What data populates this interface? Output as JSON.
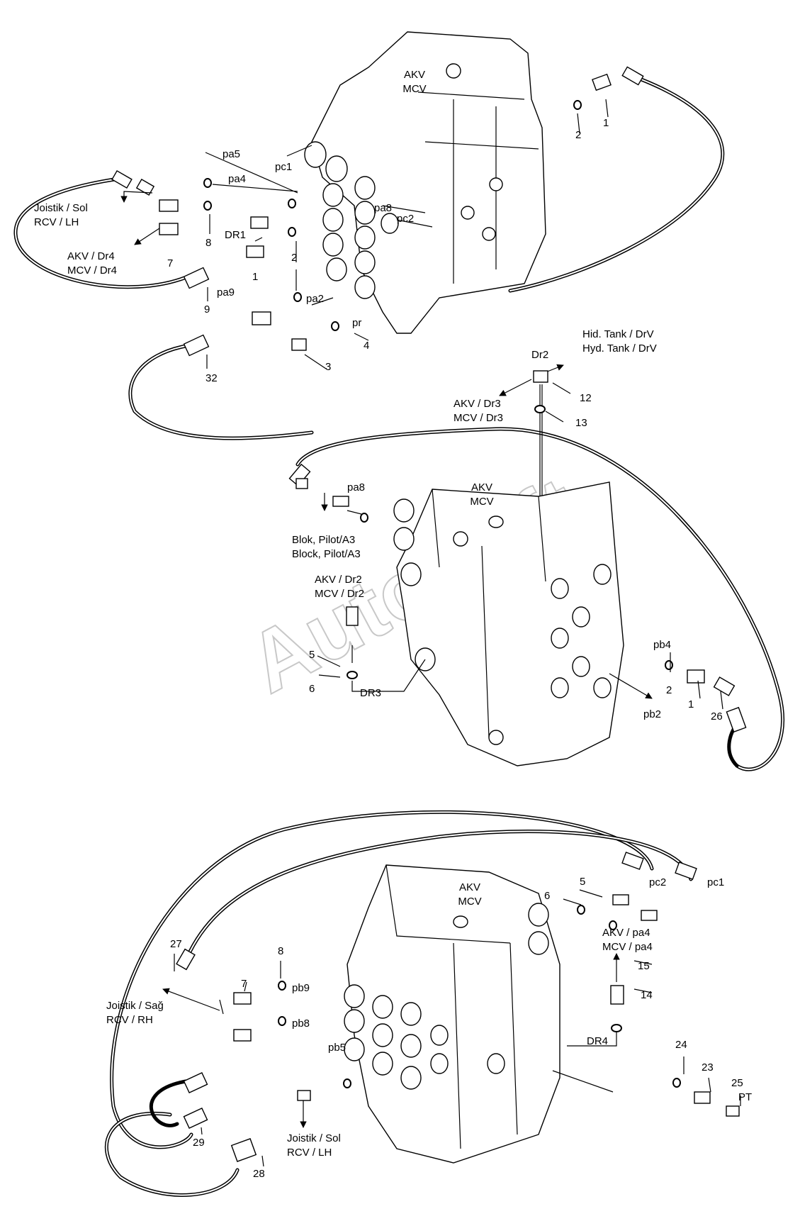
{
  "watermark": "AutoSoft",
  "top_valve": {
    "title": "AKV",
    "subtitle": "MCV",
    "callouts": [
      "1",
      "2",
      "pa5",
      "pc1",
      "pa4",
      "pa8",
      "pc2",
      "DR1",
      "8",
      "7",
      "2",
      "1",
      "9",
      "pa9",
      "pa2",
      "pr",
      "4",
      "3",
      "32"
    ],
    "note_joystick_left": [
      "Joistik  / Sol",
      "RCV / LH"
    ],
    "note_dr4": [
      "AKV / Dr4",
      "MCV / Dr4"
    ]
  },
  "middle_valve": {
    "title": "AKV",
    "subtitle": "MCV",
    "callouts": [
      "Dr2",
      "12",
      "13",
      "pa8",
      "5",
      "6",
      "DR3",
      "pb4",
      "2",
      "1",
      "26",
      "pb2"
    ],
    "note_tank": [
      "Hid. Tank / DrV",
      "Hyd. Tank / DrV"
    ],
    "note_dr3": [
      "AKV / Dr3",
      "MCV / Dr3"
    ],
    "note_block": [
      "Blok, Pilot/A3",
      "Block, Pilot/A3"
    ],
    "note_dr2": [
      "AKV / Dr2",
      "MCV / Dr2"
    ]
  },
  "bottom_valve": {
    "title": "AKV",
    "subtitle": "MCV",
    "callouts": [
      "5",
      "pc2",
      "pc1",
      "6",
      "27",
      "8",
      "7",
      "pb9",
      "pb8",
      "pb5",
      "29",
      "28",
      "15",
      "14",
      "DR4",
      "24",
      "23",
      "25",
      "PT"
    ],
    "note_joystick_right": [
      "Joistik  / Sağ",
      "RCV / RH"
    ],
    "note_joystick_left": [
      "Joistik  / Sol",
      "RCV / LH"
    ],
    "note_pa4": [
      "AKV / pa4",
      "MCV / pa4"
    ]
  }
}
